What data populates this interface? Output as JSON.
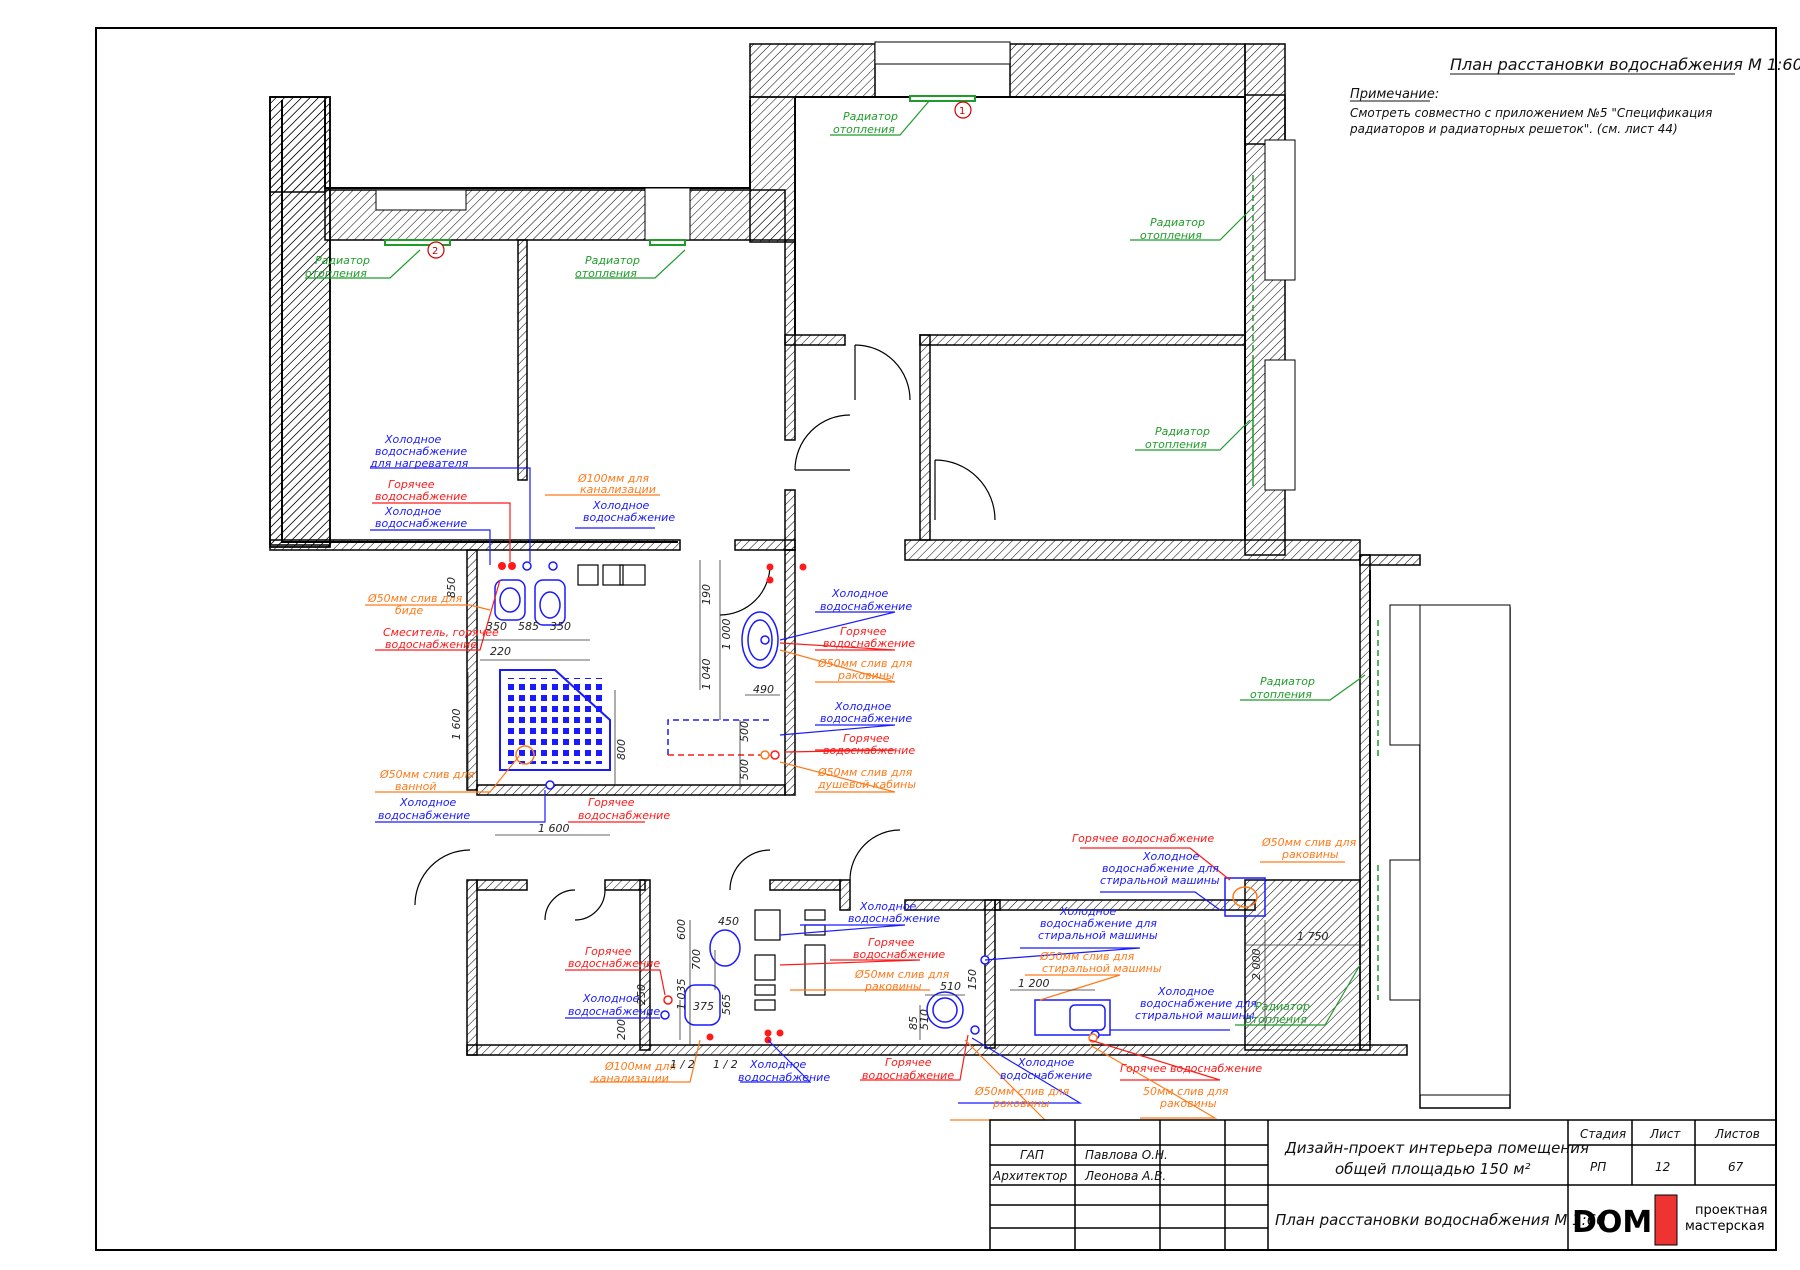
{
  "title": "План расстановки водоснабжения М 1:60",
  "note": {
    "heading": "Примечание:",
    "line1": "Смотреть совместно с приложением №5 \"Спецификация",
    "line2": "радиаторов и радиаторных решеток\". (см. лист 44)"
  },
  "labels": {
    "radiator_l1": "Радиатор",
    "radiator_l2": "отопления",
    "cold_l1": "Холодное",
    "cold_l2": "водоснабжение",
    "hot_l1": "Горячее",
    "hot_l2": "водоснабжение",
    "cold_heater_l3": "для нагревателя",
    "cold_wash_l2": "водоснабжение для",
    "cold_wash_l3": "стиральной машины",
    "hot_single": "Горячее водоснабжение",
    "sewer100_l1": "Ø100мм для",
    "sewer100_l2": "канализации",
    "drain_bidet_l1": "Ø50мм слив для",
    "drain_bidet_l2": "биде",
    "mixer_l1": "Смеситель, горячее",
    "mixer_l2": "водоснабжение",
    "drain_sink_l1": "Ø50мм слив для",
    "drain_sink_l2": "раковины",
    "drain_bath_l1": "Ø50мм слив для",
    "drain_bath_l2": "ванной",
    "drain_shower_l1": "Ø50мм слив для",
    "drain_shower_l2": "душевой кабины",
    "drain_wash_l1": "Ø50мм слив для",
    "drain_wash_l2": "стиральной машины",
    "drain_sink2_l1": "50мм слив для",
    "drain_sink2_l2": "раковины",
    "marker1": "1",
    "marker2": "2"
  },
  "dims": {
    "d850": "850",
    "d350a": "350",
    "d585": "585",
    "d350b": "350",
    "d220": "220",
    "d1600v": "1 600",
    "d800": "800",
    "d1600h": "1 600",
    "d190": "190",
    "d1000": "1 000",
    "d1040": "1 040",
    "d490": "490",
    "d500a": "500",
    "d500b": "500",
    "d1750": "1 750",
    "d2000": "2 000",
    "d1200": "1 200",
    "d510": "510",
    "d150": "150",
    "d85": "85",
    "d510v": "510",
    "d600": "600",
    "d450": "450",
    "d700": "700",
    "d250": "250",
    "d1035": "1 035",
    "d375": "375",
    "d565": "565",
    "d200": "200",
    "half1": "1 / 2",
    "half2": "1 / 2"
  },
  "title_block": {
    "row1_role": "ГАП",
    "row1_name": "Павлова О.Н.",
    "row2_role": "Архитектор",
    "row2_name": "Леонова А.В.",
    "project_l1": "Дизайн-проект интерьера помещения",
    "project_l2": "общей площадью 150 м²",
    "sheet_title": "План расстановки водоснабжения М 1:60",
    "stage_h": "Стадия",
    "sheet_h": "Лист",
    "sheets_h": "Листов",
    "stage_v": "РП",
    "sheet_v": "12",
    "sheets_v": "67",
    "logo_main": "DOM",
    "logo_line1": "проектная",
    "logo_line2": "мастерская"
  },
  "colors": {
    "cold": "#1a1aff",
    "hot": "#ff1a1a",
    "drain": "#ff7a1a",
    "heating": "#1f9c2a",
    "wall": "#000000"
  }
}
